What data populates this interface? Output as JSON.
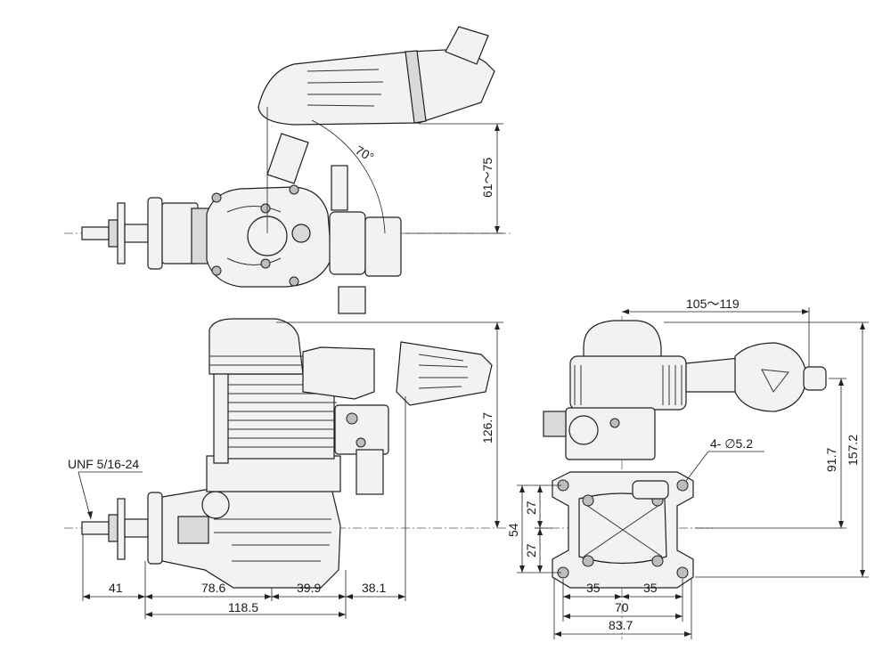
{
  "labels": {
    "thread": "UNF 5/16-24",
    "angle": "70°",
    "muffler_height": "61〜75",
    "side_height": "126.7",
    "muffler_offset": "105〜119",
    "front_height_mount": "91.7",
    "front_height_total": "157.2",
    "mount_holes": "4- ∅5.2",
    "mount_half_upper": "27",
    "mount_half_lower": "27",
    "mount_total": "54",
    "prop_shaft": "41",
    "crank_to_mount": "78.6",
    "mount_length": "39.9",
    "rear_length": "38.1",
    "overall_length": "118.5",
    "hole_half_left": "35",
    "hole_half_right": "35",
    "hole_span": "70",
    "mount_width": "83.7"
  }
}
